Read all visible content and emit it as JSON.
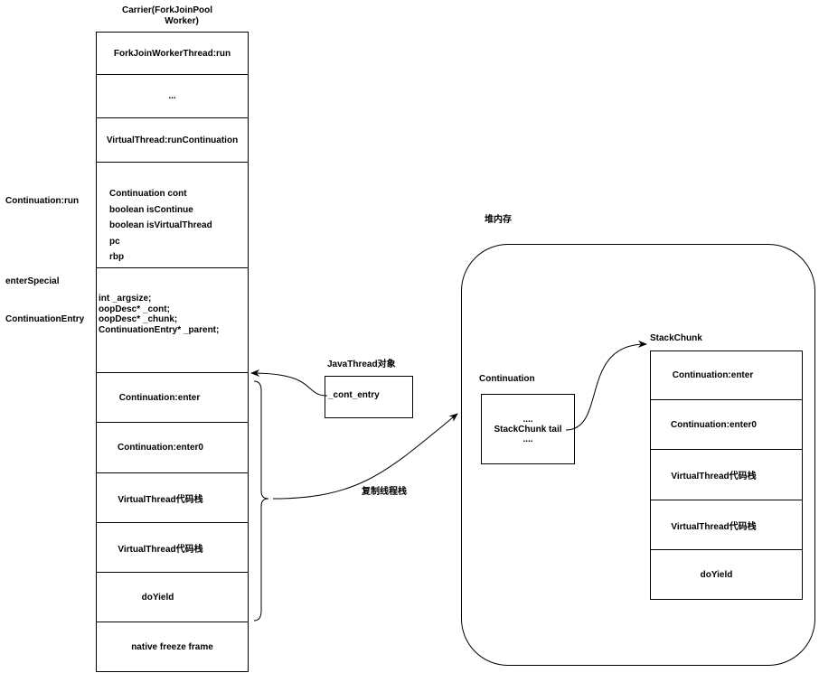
{
  "carrier": {
    "title_line1": "Carrier(ForkJoinPool",
    "title_line2": "Worker)",
    "frames": {
      "run": "ForkJoinWorkerThread:run",
      "ellipsis": "...",
      "run_continuation": "VirtualThread:runContinuation",
      "cont_fields": [
        "Continuation cont",
        "boolean isContinue",
        "boolean isVirtualThread",
        "pc",
        "rbp"
      ],
      "entry_fields": [
        "int _argsize;",
        "oopDesc* _cont;",
        "oopDesc* _chunk;",
        "ContinuationEntry* _parent;"
      ],
      "enter": "Continuation:enter",
      "enter0": "Continuation:enter0",
      "vt_stack_1": "VirtualThread代码栈",
      "vt_stack_2": "VirtualThread代码栈",
      "do_yield": "doYield",
      "native_freeze": "native freeze frame"
    }
  },
  "side_labels": {
    "continuation_run": "Continuation:run",
    "enter_special": "enterSpecial",
    "continuation_entry": "ContinuationEntry"
  },
  "java_thread": {
    "title": "JavaThread对象",
    "field": "_cont_entry"
  },
  "copy_label": "复制线程栈",
  "heap": {
    "title": "堆内存",
    "continuation_title": "Continuation",
    "continuation_lines": [
      "....",
      "StackChunk tail",
      "...."
    ],
    "stack_chunk_title": "StackChunk",
    "chunk_frames": [
      "Continuation:enter",
      "Continuation:enter0",
      "VirtualThread代码栈",
      "VirtualThread代码栈",
      "doYield"
    ]
  }
}
